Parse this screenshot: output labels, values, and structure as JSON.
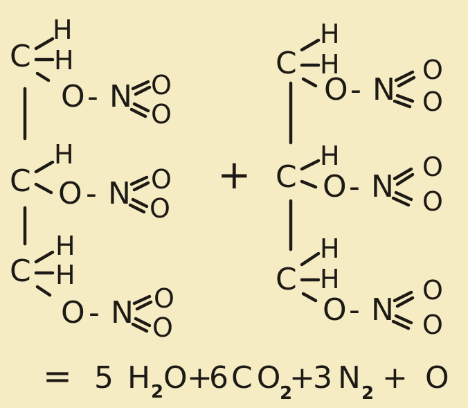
{
  "molecule": {
    "carbon": "C",
    "hydrogen": "H",
    "oxygen": "O",
    "nitrogen": "N",
    "nitrate_bond": "-"
  },
  "reaction": {
    "plus": "+",
    "equals": "=",
    "products": [
      {
        "coefficient": "5",
        "formula": "H",
        "subscript": "2",
        "tail": "O"
      },
      {
        "coefficient": "6",
        "formula": "CO",
        "subscript": "2",
        "tail": ""
      },
      {
        "coefficient": "3",
        "formula": "N",
        "subscript": "2",
        "tail": ""
      },
      {
        "coefficient": "",
        "formula": "O",
        "subscript": "",
        "tail": ""
      }
    ]
  },
  "colors": {
    "ink": "#1d1a15",
    "paper": "#f6ecc4"
  }
}
